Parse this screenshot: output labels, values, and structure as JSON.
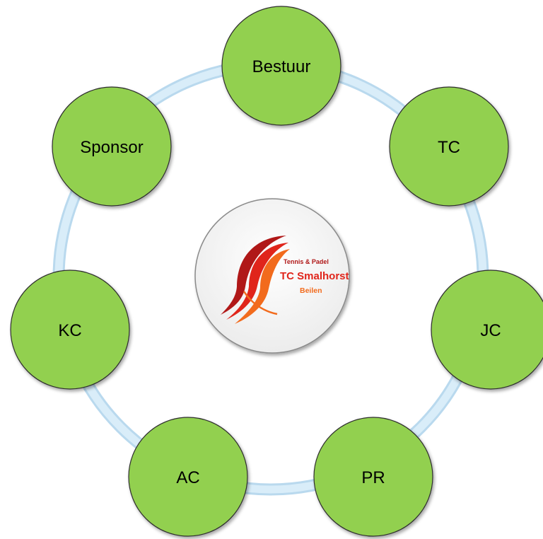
{
  "diagram": {
    "center_logo": {
      "line1": "Tennis & Padel",
      "line2": "TC Smalhorst",
      "line3": "Beilen"
    },
    "nodes": [
      {
        "id": "bestuur",
        "label": "Bestuur"
      },
      {
        "id": "tc",
        "label": "TC"
      },
      {
        "id": "jc",
        "label": "JC"
      },
      {
        "id": "pr",
        "label": "PR"
      },
      {
        "id": "ac",
        "label": "AC"
      },
      {
        "id": "kc",
        "label": "KC"
      },
      {
        "id": "sponsor",
        "label": "Sponsor"
      }
    ]
  },
  "colors": {
    "node_fill": "#92d050",
    "node_stroke": "#2f2f2f",
    "ring": "#d3e9f7",
    "ring_edge": "#b9d9ee",
    "center_fill": "#ffffff",
    "center_stroke": "#8a8a8a",
    "logo_dark_red": "#b01818",
    "logo_red": "#e0251b",
    "logo_orange": "#f26b1d"
  }
}
